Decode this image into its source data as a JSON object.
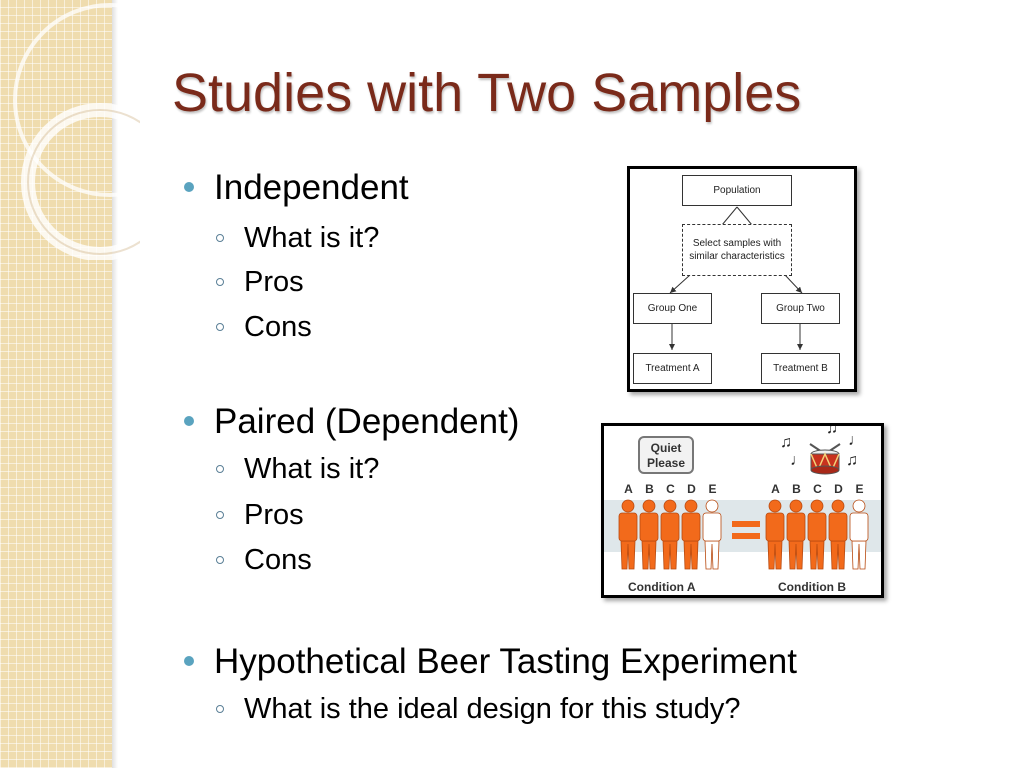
{
  "title": "Studies with Two Samples",
  "bullets": [
    {
      "label": "Independent",
      "subs": [
        "What is it?",
        "Pros",
        "Cons"
      ]
    },
    {
      "label": "Paired (Dependent)",
      "subs": [
        "What is it?",
        "Pros",
        "Cons"
      ]
    },
    {
      "label": "Hypothetical Beer Tasting Experiment",
      "subs": [
        "What is the ideal design for this study?"
      ]
    }
  ],
  "figure_independent": {
    "population": "Population",
    "select": "Select samples with similar characteristics",
    "group_one": "Group One",
    "group_two": "Group Two",
    "treatment_a": "Treatment A",
    "treatment_b": "Treatment B"
  },
  "figure_paired": {
    "sign": "Quiet Please",
    "letters": [
      "A",
      "B",
      "C",
      "D",
      "E"
    ],
    "condition_a": "Condition A",
    "condition_b": "Condition B",
    "person_color": "#f26a1b"
  },
  "colors": {
    "title": "#7a2a1a",
    "bullet": "#5aa3bf",
    "strip": "#efdcae"
  }
}
